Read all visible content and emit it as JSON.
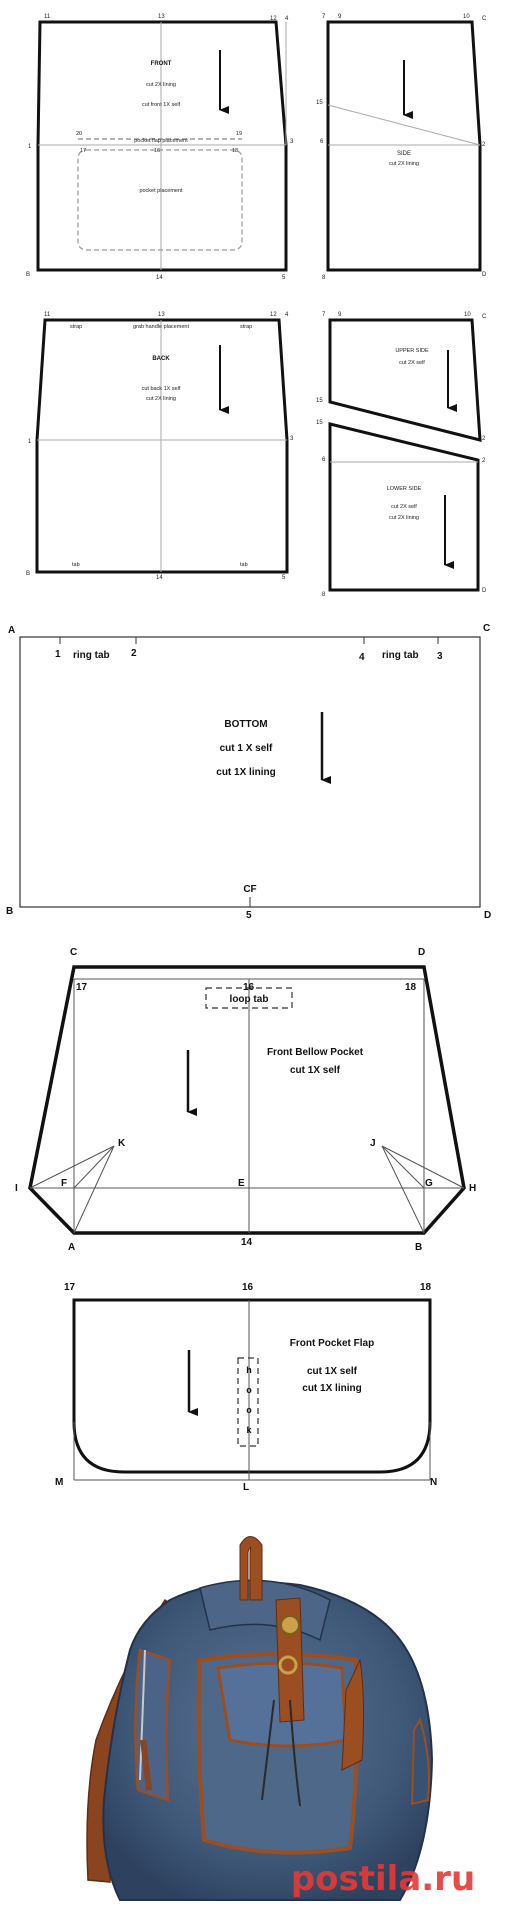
{
  "watermark": "postila.ru",
  "panels": {
    "front": {
      "title": "FRONT",
      "cut_lining": "cut 2X lining",
      "cut_self": "cut front 1X self",
      "flap_label": "pocket flap placement",
      "pocket_label": "pocket placement",
      "pts": {
        "p11": "11",
        "p13": "13",
        "p12": "12",
        "p4": "4",
        "p1": "1",
        "p3": "3",
        "p20": "20",
        "p19": "19",
        "p17": "17",
        "p16": "16",
        "p18": "18",
        "pB": "B",
        "p14": "14",
        "p5": "5"
      }
    },
    "side": {
      "title": "SIDE",
      "cut": "cut 2X lining",
      "pts": {
        "p7": "7",
        "p9": "9",
        "p10": "10",
        "pC": "C",
        "p15": "15",
        "p6": "6",
        "p2": "2",
        "p8": "8",
        "pD": "D"
      }
    },
    "back": {
      "title": "BACK",
      "cut_self": "cut back 1X self",
      "cut_lining": "cut 2X lining",
      "strap_left": "strap",
      "strap_right": "strap",
      "grab": "grab handle placement",
      "tab_left": "tab",
      "tab_right": "tab",
      "pts": {
        "p11": "11",
        "p13": "13",
        "p12": "12",
        "p4": "4",
        "p1": "1",
        "p3": "3",
        "pB": "B",
        "p14": "14",
        "p5": "5"
      }
    },
    "upper_side": {
      "title": "UPPER SIDE",
      "cut": "cut 2X self",
      "pts": {
        "p7": "7",
        "p9": "9",
        "p10": "10",
        "pC": "C",
        "p15": "15",
        "p2": "2"
      }
    },
    "lower_side": {
      "title": "LOWER SIDE",
      "cut_self": "cut 2X self",
      "cut_lining": "cut 2X lining",
      "pts": {
        "p15": "15",
        "p6": "6",
        "p2": "2",
        "p8": "8",
        "pD": "D"
      }
    },
    "bottom": {
      "title": "BOTTOM",
      "cut_self": "cut 1 X self",
      "cut_lining": "cut 1X lining",
      "ring_left": "ring tab",
      "ring_right": "ring tab",
      "cf": "CF",
      "pts": {
        "pA": "A",
        "pC": "C",
        "p1": "1",
        "p2": "2",
        "p4": "4",
        "p3": "3",
        "pB": "B",
        "p5": "5",
        "pD": "D"
      }
    },
    "bellow": {
      "title": "Front Bellow Pocket",
      "cut": "cut 1X self",
      "loop": "loop tab",
      "pts": {
        "pC": "C",
        "pD": "D",
        "p17": "17",
        "p16": "16",
        "p18": "18",
        "pK": "K",
        "pJ": "J",
        "pI": "I",
        "pF": "F",
        "pE": "E",
        "pG": "G",
        "pH": "H",
        "pA": "A",
        "p14": "14",
        "pB": "B"
      }
    },
    "flap": {
      "title": "Front Pocket Flap",
      "cut_self": "cut 1X self",
      "cut_lining": "cut 1X lining",
      "hook": [
        "h",
        "o",
        "o",
        "k"
      ],
      "pts": {
        "p17": "17",
        "p16": "16",
        "p18": "18",
        "pM": "M",
        "pL": "L",
        "pN": "N"
      }
    }
  },
  "photo": {
    "denim_color": "#3f5878",
    "leather_color": "#9a4e22"
  }
}
